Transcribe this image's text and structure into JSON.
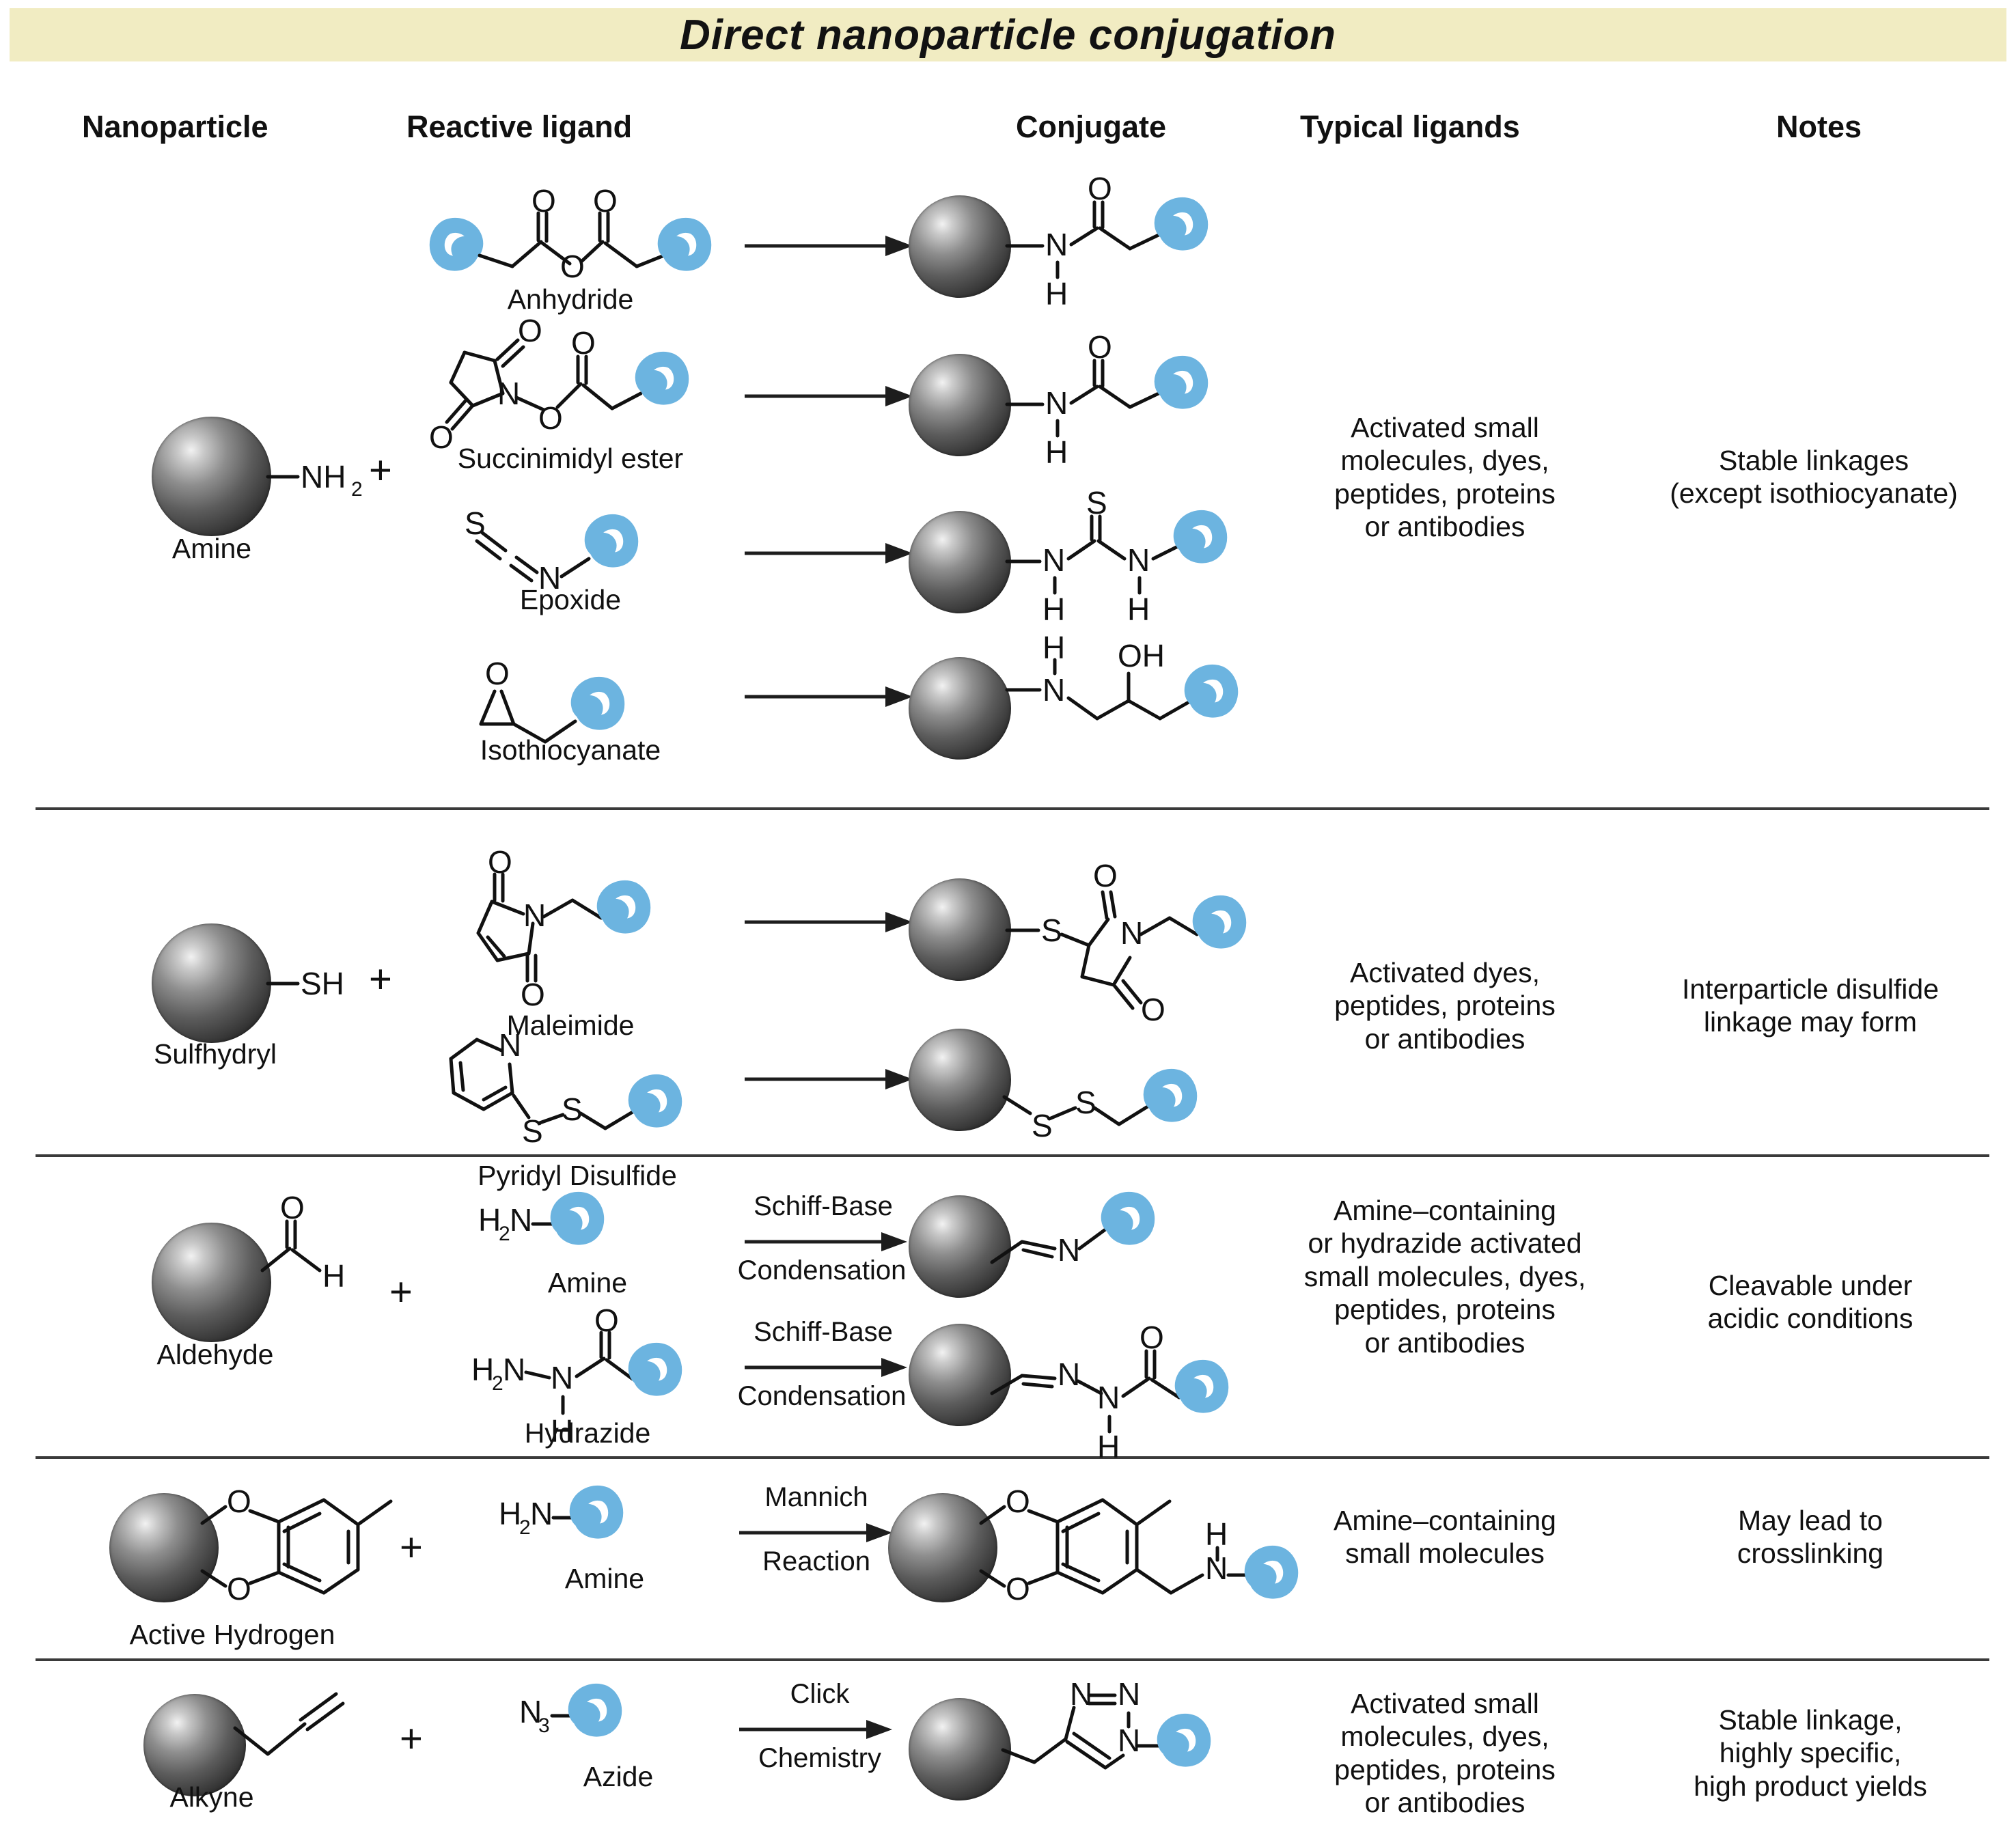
{
  "title": "Direct nanoparticle conjugation",
  "banner_color": "#f1ecc2",
  "accent_ligand_color": "#6cb4e0",
  "headers": [
    {
      "key": "nanoparticle",
      "label": "Nanoparticle"
    },
    {
      "key": "reactive_ligand",
      "label": "Reactive ligand"
    },
    {
      "key": "conjugate",
      "label": "Conjugate"
    },
    {
      "key": "typical_ligands",
      "label": "Typical ligands"
    },
    {
      "key": "notes",
      "label": "Notes"
    }
  ],
  "plus_symbol": "+",
  "rows": [
    {
      "id": "amine",
      "nanoparticle": {
        "label": "Amine",
        "group": "NH",
        "subscript": "2"
      },
      "ligands": [
        {
          "label": "Anhydride",
          "reaction": ""
        },
        {
          "label": "Succinimidyl ester",
          "reaction": ""
        },
        {
          "label": "Epoxide",
          "reaction": ""
        },
        {
          "label": "Isothiocyanate",
          "reaction": ""
        }
      ],
      "typical_ligands": [
        "Activated small",
        "molecules, dyes,",
        "peptides, proteins",
        "or antibodies"
      ],
      "notes": [
        "Stable linkages",
        "(except isothiocyanate)"
      ]
    },
    {
      "id": "sulfhydryl",
      "nanoparticle": {
        "label": "Sulfhydryl",
        "group": "SH",
        "subscript": ""
      },
      "ligands": [
        {
          "label": "Maleimide",
          "reaction": ""
        },
        {
          "label": "Pyridyl Disulfide",
          "reaction": ""
        }
      ],
      "typical_ligands": [
        "Activated dyes,",
        "peptides, proteins",
        "or antibodies"
      ],
      "notes": [
        "Interparticle disulfide",
        "linkage may form"
      ]
    },
    {
      "id": "aldehyde",
      "nanoparticle": {
        "label": "Aldehyde",
        "group": "H",
        "subscript": ""
      },
      "ligands": [
        {
          "label": "Amine",
          "reaction_line1": "Schiff-Base",
          "reaction_line2": "Condensation"
        },
        {
          "label": "Hydrazide",
          "reaction_line1": "Schiff-Base",
          "reaction_line2": "Condensation"
        }
      ],
      "typical_ligands": [
        "Amine–containing",
        "or hydrazide activated",
        "small molecules, dyes,",
        "peptides, proteins",
        "or antibodies"
      ],
      "notes": [
        "Cleavable under",
        "acidic conditions"
      ]
    },
    {
      "id": "active-hydrogen",
      "nanoparticle": {
        "label": "Active Hydrogen",
        "group": "",
        "subscript": ""
      },
      "ligands": [
        {
          "label": "Amine",
          "reaction_line1": "Mannich",
          "reaction_line2": "Reaction"
        }
      ],
      "typical_ligands": [
        "Amine–containing",
        "small molecules"
      ],
      "notes": [
        "May lead to",
        "crosslinking"
      ]
    },
    {
      "id": "alkyne",
      "nanoparticle": {
        "label": "Alkyne",
        "group": "",
        "subscript": ""
      },
      "ligands": [
        {
          "label": "Azide",
          "reaction_line1": "Click",
          "reaction_line2": "Chemistry"
        }
      ],
      "typical_ligands": [
        "Activated small",
        "molecules, dyes,",
        "peptides, proteins",
        "or antibodies"
      ],
      "notes": [
        "Stable linkage,",
        "highly specific,",
        "high product yields"
      ]
    }
  ],
  "atom_labels": {
    "O": "O",
    "N": "N",
    "S": "S",
    "H": "H",
    "OH": "OH",
    "SH": "SH",
    "NH2_main": "NH",
    "NH2_sub": "2",
    "H2N_main": "H",
    "H2N_sub": "2",
    "H2N_tail": "N",
    "N3_main": "N",
    "N3_sub": "3"
  }
}
